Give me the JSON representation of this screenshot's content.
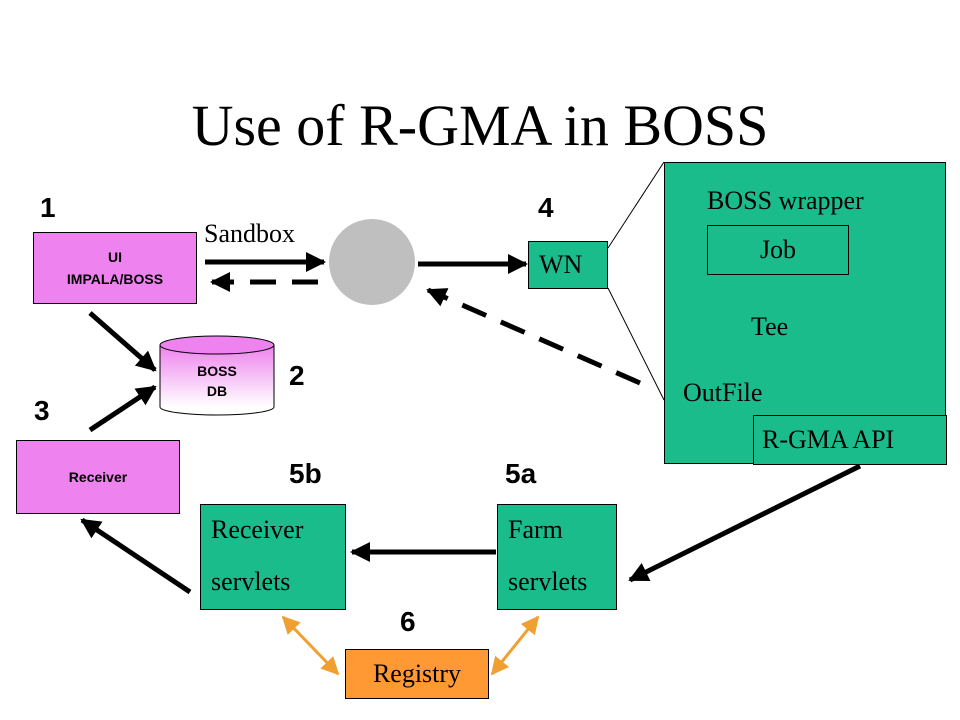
{
  "title": "Use of R-GMA in BOSS",
  "steps": {
    "s1": "1",
    "s2": "2",
    "s3": "3",
    "s4": "4",
    "s5a": "5a",
    "s5b": "5b",
    "s6": "6"
  },
  "ui_box": {
    "line1": "UI",
    "line2": "IMPALA/BOSS"
  },
  "sandbox_label": "Sandbox",
  "wn_label": "WN",
  "boss_db": {
    "line1": "BOSS",
    "line2": "DB"
  },
  "receiver_box": "Receiver",
  "wrapper": {
    "title": "BOSS wrapper",
    "job": "Job",
    "tee": "Tee",
    "outfile": "OutFile",
    "rgma_api": "R-GMA API"
  },
  "receiver_servlets": {
    "line1": "Receiver",
    "line2": "servlets"
  },
  "farm_servlets": {
    "line1": "Farm",
    "line2": "servlets"
  },
  "registry": "Registry",
  "colors": {
    "green_box": "#1abc8c",
    "pink_box": "#ee82ee",
    "db_gradient_top": "#ee82ee",
    "db_gradient_bottom": "#ffffff",
    "node_circle": "#bfbfbf",
    "registry_box": "#ff9933",
    "registry_arrows": "#f0a030"
  }
}
